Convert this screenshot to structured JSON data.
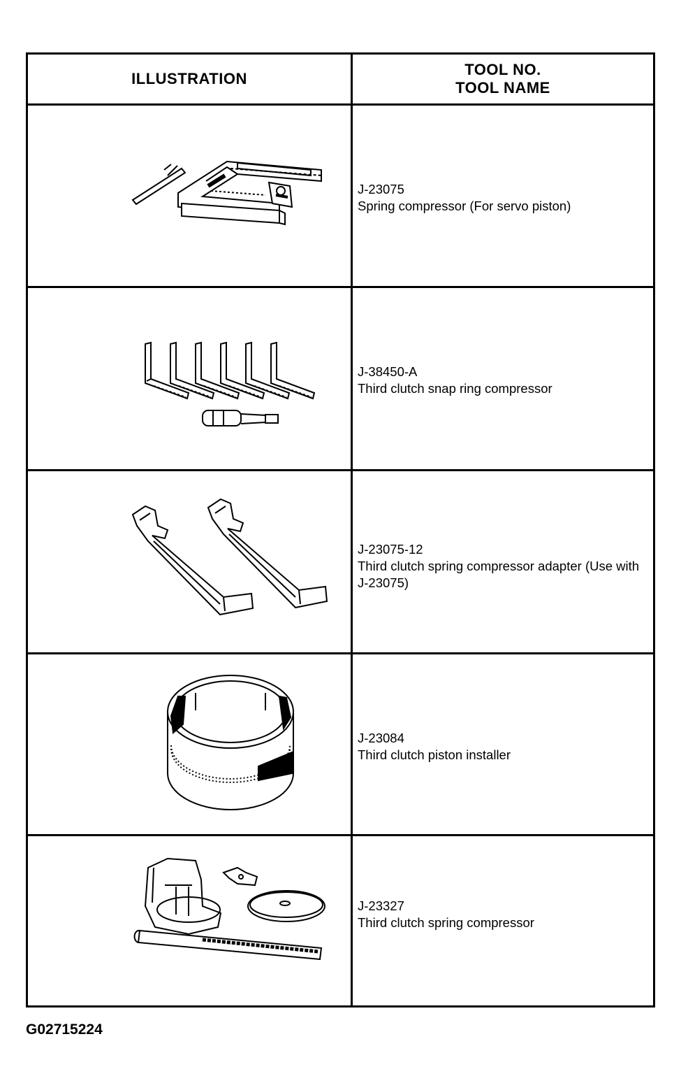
{
  "header": {
    "illustration_label": "ILLUSTRATION",
    "tool_no_label": "TOOL NO.",
    "tool_name_label": "TOOL NAME"
  },
  "rows": [
    {
      "tool_no": "J-23075",
      "tool_name": "Spring compressor (For servo piston)"
    },
    {
      "tool_no": "J-38450-A",
      "tool_name": "Third clutch snap ring compressor"
    },
    {
      "tool_no": "J-23075-12",
      "tool_name": "Third clutch spring compressor adapter (Use with J-23075)"
    },
    {
      "tool_no": "J-23084",
      "tool_name": "Third clutch piston installer"
    },
    {
      "tool_no": "J-23327",
      "tool_name": "Third clutch spring compressor"
    }
  ],
  "figure_id": "G02715224"
}
